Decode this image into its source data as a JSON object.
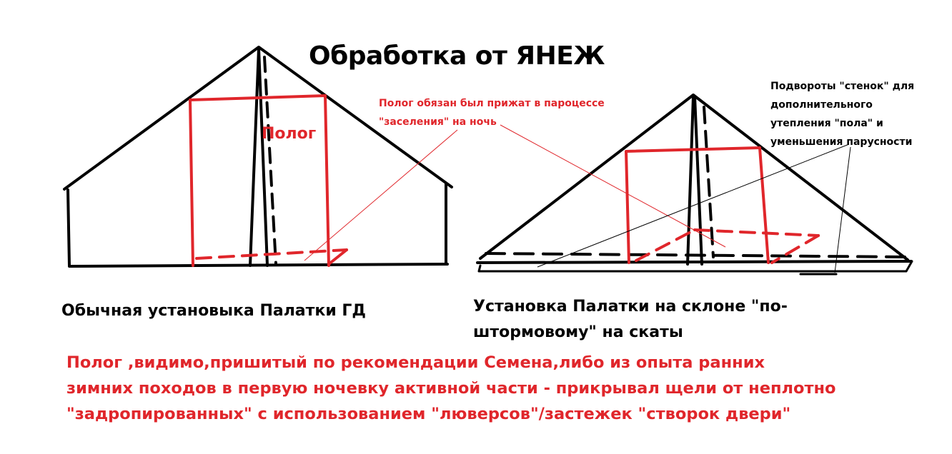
{
  "title": "Обработка от ЯНЕЖ",
  "labels": {
    "polog": "Полог",
    "red_note": [
      "Полог обязан был прижат в пароцессе",
      "\"заселения\" на ночь"
    ],
    "black_note": [
      "Подвороты \"стенок\" для",
      "дополнительного",
      "утепления \"пола\" и",
      "уменьшения парусности"
    ],
    "caption_left": "Обычная установыка Палатки ГД",
    "caption_right": [
      "Установка Палатки на склоне \"по-",
      "штормовому\" на скаты"
    ],
    "bottom_note": [
      "Полог ,видимо,пришитый по рекомендации Семена,либо из опыта ранних",
      "зимних походов в первую ночевку активной части  - прикрывал  щели от неплотно",
      "\"задропированных\" с использованием \"люверсов\"/застежек \"створок двери\""
    ]
  },
  "colors": {
    "ink": "#000000",
    "accent": "#e0262b",
    "background": "#ffffff"
  }
}
